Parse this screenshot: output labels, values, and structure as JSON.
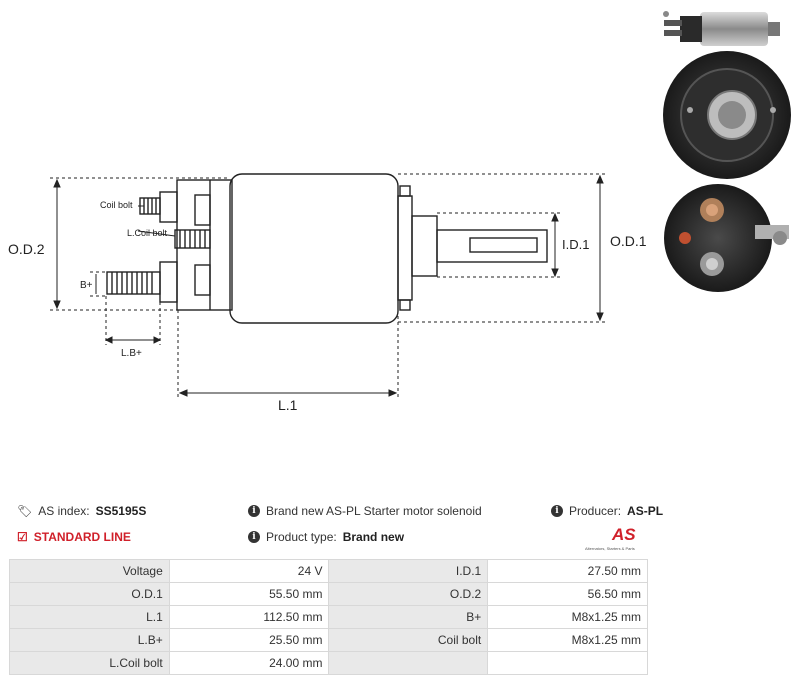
{
  "drawing": {
    "labels": {
      "od2": "O.D.2",
      "od1": "O.D.1",
      "id1": "I.D.1",
      "l1": "L.1",
      "lb": "L.B+",
      "bplus": "B+",
      "coil_bolt": "Coil bolt",
      "l_coil_bolt": "L.Coil bolt"
    }
  },
  "info": {
    "as_index_label": "AS index:",
    "as_index_value": "SS5195S",
    "description": "Brand new AS-PL Starter motor solenoid",
    "producer_label": "Producer:",
    "producer_value": "AS-PL",
    "standard_line": "STANDARD LINE",
    "product_type_label": "Product type:",
    "product_type_value": "Brand new",
    "logo_text": "AS",
    "logo_tagline": "Alternators, Starters & Parts"
  },
  "specs": [
    {
      "k1": "Voltage",
      "v1": "24 V",
      "k2": "I.D.1",
      "v2": "27.50 mm"
    },
    {
      "k1": "O.D.1",
      "v1": "55.50 mm",
      "k2": "O.D.2",
      "v2": "56.50 mm"
    },
    {
      "k1": "L.1",
      "v1": "112.50 mm",
      "k2": "B+",
      "v2": "M8x1.25 mm"
    },
    {
      "k1": "L.B+",
      "v1": "25.50 mm",
      "k2": "Coil bolt",
      "v2": "M8x1.25 mm"
    },
    {
      "k1": "L.Coil bolt",
      "v1": "24.00 mm",
      "k2": "",
      "v2": ""
    }
  ],
  "colors": {
    "accent_red": "#d0202a",
    "table_key_bg": "#e9e9e9"
  }
}
